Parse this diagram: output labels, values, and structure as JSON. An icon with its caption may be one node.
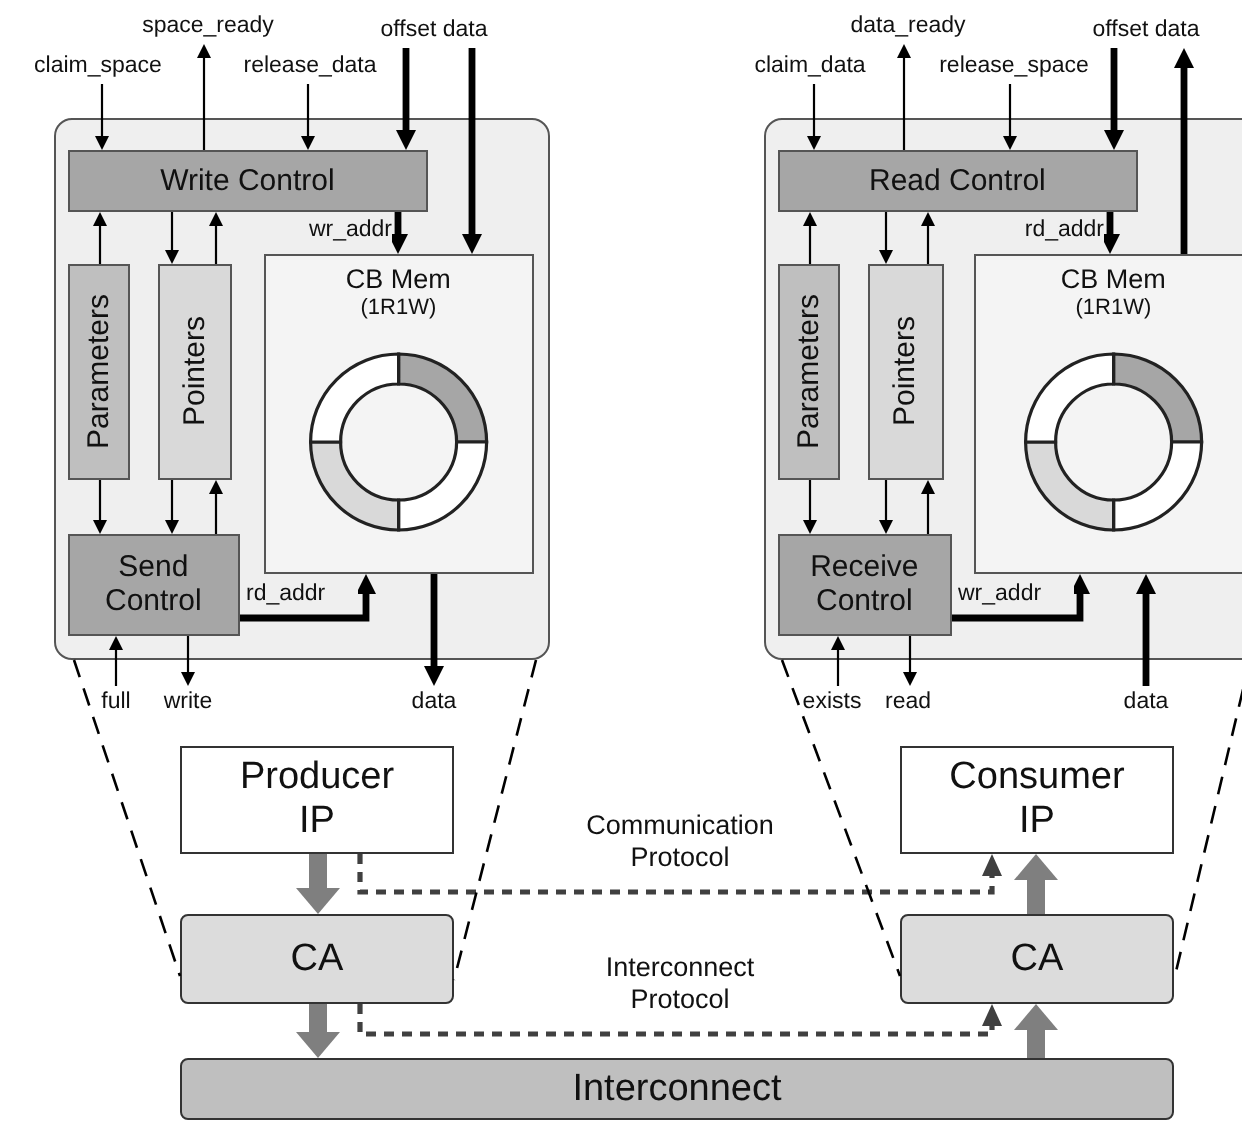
{
  "diagram": {
    "nodes": [
      {
        "text": [
          "space_ready"
        ]
      },
      {
        "text": [
          "claim_space"
        ]
      },
      {
        "text": [
          "release_data"
        ]
      },
      {
        "text": [
          "offset data"
        ]
      },
      {
        "text": [
          "data_ready"
        ]
      },
      {
        "text": [
          "claim_data"
        ]
      },
      {
        "text": [
          "release_space"
        ]
      },
      {
        "text": [
          "offset data"
        ]
      },
      {
        "text": [],
        "shape": "box"
      },
      {
        "text": [
          "Write Control"
        ],
        "in": 8
      },
      {
        "text": [
          "Parameters"
        ],
        "in": 8
      },
      {
        "text": [
          "Pointers"
        ],
        "in": 8
      },
      {
        "text": [
          "CB Mem",
          "(1R1W)"
        ],
        "in": 8
      },
      {
        "text": [
          "Send Control"
        ],
        "in": 8
      },
      {
        "text": [],
        "shape": "box"
      },
      {
        "text": [
          "Read Control"
        ],
        "in": 14
      },
      {
        "text": [
          "Parameters"
        ],
        "in": 14
      },
      {
        "text": [
          "Pointers"
        ],
        "in": 14
      },
      {
        "text": [
          "CB Mem",
          "(1R1W)"
        ],
        "in": 14
      },
      {
        "text": [
          "Receive Control"
        ],
        "in": 14
      },
      {
        "text": [
          "full"
        ]
      },
      {
        "text": [
          "write"
        ]
      },
      {
        "text": [
          "data"
        ]
      },
      {
        "text": [
          "exists"
        ]
      },
      {
        "text": [
          "read"
        ]
      },
      {
        "text": [
          "data"
        ]
      },
      {
        "text": [
          "Producer IP"
        ]
      },
      {
        "text": [
          "Consumer IP"
        ]
      },
      {
        "text": [
          "CA"
        ]
      },
      {
        "text": [
          "CA"
        ]
      },
      {
        "text": [
          "Interconnect"
        ]
      }
    ],
    "edges": [
      {
        "from": 1,
        "to": 9,
        "arrow": "to"
      },
      {
        "from": 9,
        "to": 0,
        "arrow": "to"
      },
      {
        "from": 2,
        "to": 9,
        "arrow": "to"
      },
      {
        "from": 3,
        "to": 9,
        "arrow": "to",
        "style": "thick"
      },
      {
        "from": 3,
        "to": 12,
        "arrow": "to",
        "style": "thick"
      },
      {
        "from": 9,
        "to": 12,
        "arrow": "to",
        "style": "thick",
        "label": "wr_addr"
      },
      {
        "from": 10,
        "to": 9,
        "arrow": "to"
      },
      {
        "from": 9,
        "to": 11,
        "arrow": "to"
      },
      {
        "from": 11,
        "to": 9,
        "arrow": "to"
      },
      {
        "from": 10,
        "to": 13,
        "arrow": "to"
      },
      {
        "from": 11,
        "to": 13,
        "arrow": "to"
      },
      {
        "from": 13,
        "to": 11,
        "arrow": "to"
      },
      {
        "from": 13,
        "to": 12,
        "arrow": "to",
        "style": "thick",
        "label": "rd_addr"
      },
      {
        "from": 20,
        "to": 13,
        "arrow": "to"
      },
      {
        "from": 13,
        "to": 21,
        "arrow": "to"
      },
      {
        "from": 12,
        "to": 22,
        "arrow": "to",
        "style": "thick"
      },
      {
        "from": 5,
        "to": 15,
        "arrow": "to"
      },
      {
        "from": 15,
        "to": 4,
        "arrow": "to"
      },
      {
        "from": 6,
        "to": 15,
        "arrow": "to"
      },
      {
        "from": 7,
        "to": 15,
        "arrow": "to",
        "style": "thick"
      },
      {
        "from": 18,
        "to": 7,
        "arrow": "to",
        "style": "thick"
      },
      {
        "from": 15,
        "to": 18,
        "arrow": "to",
        "style": "thick",
        "label": "rd_addr"
      },
      {
        "from": 16,
        "to": 15,
        "arrow": "to"
      },
      {
        "from": 15,
        "to": 17,
        "arrow": "to"
      },
      {
        "from": 17,
        "to": 15,
        "arrow": "to"
      },
      {
        "from": 16,
        "to": 19,
        "arrow": "to"
      },
      {
        "from": 17,
        "to": 19,
        "arrow": "to"
      },
      {
        "from": 19,
        "to": 17,
        "arrow": "to"
      },
      {
        "from": 19,
        "to": 18,
        "arrow": "to",
        "style": "thick",
        "label": "wr_addr"
      },
      {
        "from": 23,
        "to": 19,
        "arrow": "to"
      },
      {
        "from": 19,
        "to": 24,
        "arrow": "to"
      },
      {
        "from": 25,
        "to": 18,
        "arrow": "to",
        "style": "thick"
      },
      {
        "from": 26,
        "to": 28,
        "arrow": "to",
        "style": "thick",
        "color": "#7f7f7f"
      },
      {
        "from": 28,
        "to": 30,
        "arrow": "to",
        "style": "thick",
        "color": "#7f7f7f"
      },
      {
        "from": 30,
        "to": 29,
        "arrow": "to",
        "style": "thick",
        "color": "#7f7f7f"
      },
      {
        "from": 29,
        "to": 27,
        "arrow": "to",
        "style": "thick",
        "color": "#7f7f7f"
      },
      {
        "from": 26,
        "to": 27,
        "arrow": "to",
        "style": "dashed",
        "color": "#404040",
        "label": "Communication Protocol"
      },
      {
        "from": 28,
        "to": 29,
        "arrow": "to",
        "style": "dashed",
        "color": "#404040",
        "label": "Interconnect Protocol"
      },
      {
        "from": 8,
        "to": 28,
        "arrow": "none",
        "style": "dashed"
      },
      {
        "from": 8,
        "to": 28,
        "arrow": "none",
        "style": "dashed"
      },
      {
        "from": 14,
        "to": 29,
        "arrow": "none",
        "style": "dashed"
      },
      {
        "from": 14,
        "to": 29,
        "arrow": "none",
        "style": "dashed"
      }
    ]
  }
}
